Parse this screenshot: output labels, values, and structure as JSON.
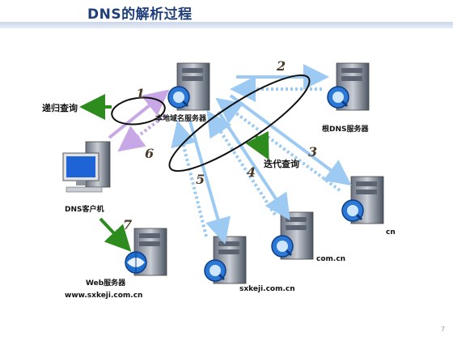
{
  "title": "DNS的解析过程",
  "page_number": "7",
  "labels": {
    "recursive_query": "递归查询",
    "iterative_query": "迭代查询",
    "local_dns": "本地域名服务器",
    "root_dns": "根DNS服务器",
    "cn_server": "cn",
    "comcn_server": "com.cn",
    "sxkeji_server": "sxkeji.com.cn",
    "client": "DNS客户机",
    "web_server": "Web服务器",
    "web_domain": "www.sxkeji.com.cn"
  },
  "steps": [
    "1",
    "2",
    "3",
    "4",
    "5",
    "6",
    "7"
  ],
  "colors": {
    "title": "#1f3f7a",
    "arrow_solid": "#9ccaf2",
    "arrow_dotted": "#9ccaf2",
    "arrow_purple": "#c7a7e6",
    "arrow_green": "#2e8b1e"
  }
}
